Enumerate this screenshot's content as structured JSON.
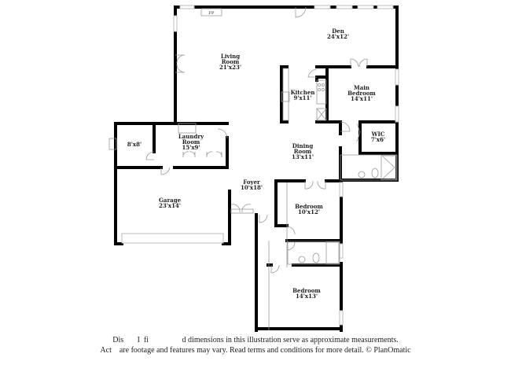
{
  "floorplan": {
    "rooms": [
      {
        "id": "living",
        "name": "Living Room",
        "lines": [
          "Living",
          "Room"
        ],
        "dims": "21'x23'"
      },
      {
        "id": "den",
        "name": "Den",
        "lines": [
          "Den"
        ],
        "dims": "24'x12'"
      },
      {
        "id": "kitchen",
        "name": "Kitchen",
        "lines": [
          "Kitchen"
        ],
        "dims": "9'x11'"
      },
      {
        "id": "main-bedroom",
        "name": "Main Bedroom",
        "lines": [
          "Main",
          "Bedroom"
        ],
        "dims": "14'x11'"
      },
      {
        "id": "wic",
        "name": "WIC",
        "lines": [
          "WIC"
        ],
        "dims": "7'x6'"
      },
      {
        "id": "dining",
        "name": "Dining Room",
        "lines": [
          "Dining",
          "Room"
        ],
        "dims": "13'x11'"
      },
      {
        "id": "laundry",
        "name": "Laundry Room",
        "lines": [
          "Laundry",
          "Room"
        ],
        "dims": "15'x9'"
      },
      {
        "id": "storage",
        "name": "",
        "lines": [],
        "dims": "8'x8'"
      },
      {
        "id": "garage",
        "name": "Garage",
        "lines": [
          "Garage"
        ],
        "dims": "23'x14'"
      },
      {
        "id": "foyer",
        "name": "Foyer",
        "lines": [
          "Foyer"
        ],
        "dims": "10'x18'"
      },
      {
        "id": "bedroom-2",
        "name": "Bedroom",
        "lines": [
          "Bedroom"
        ],
        "dims": "10'x12'"
      },
      {
        "id": "bedroom-3",
        "name": "Bedroom",
        "lines": [
          "Bedroom"
        ],
        "dims": "14'x13'"
      }
    ],
    "fixtures": {
      "fireplace": "FP"
    }
  },
  "disclaimer": {
    "line1": "Dis       I  fi                 d dimensions in this illustration serve as approximate measurements.",
    "line2": "Act    are footage and features may vary. Read terms and conditions for more detail. © PlanOmatic"
  },
  "colors": {
    "wall": "#000000",
    "window": "#bbbbbb",
    "thin_line": "#999999",
    "background": "#ffffff",
    "text": "#222222"
  }
}
